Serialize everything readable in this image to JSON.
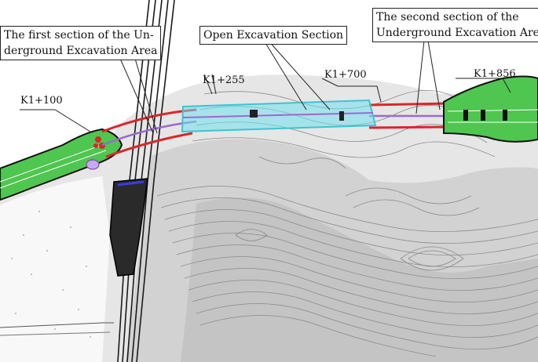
{
  "callouts": {
    "first_section": {
      "line1": "The first section of the  Un-",
      "line2": "derground Excavation Area"
    },
    "open_section": {
      "line1": "Open Excavation Section"
    },
    "second_section": {
      "line1": "The second section of the",
      "line2": "Underground Excavation Area"
    }
  },
  "stations": [
    "K1+100",
    "K1+255",
    "K1+700",
    "K1+856"
  ],
  "colors": {
    "tunnel_red": "#d8282a",
    "tunnel_violet": "#9a6ad0",
    "open_cut_cyan": "#6fe0ec",
    "portal_green": "#4fc64f",
    "contour_gray": "#8a8a8a",
    "bridge_dark": "#1a1a1a"
  }
}
